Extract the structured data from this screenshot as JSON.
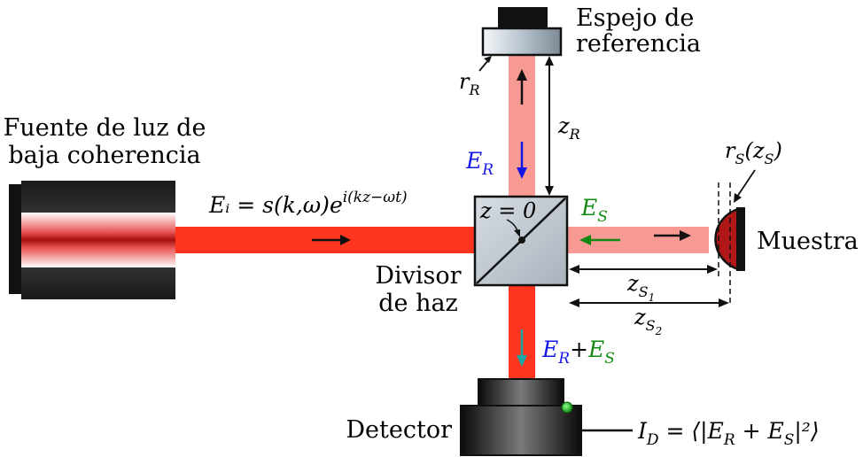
{
  "labels": {
    "source_line1": "Fuente de luz de",
    "source_line2": "baja coherencia",
    "reference_line1": "Espejo de",
    "reference_line2": "referencia",
    "splitter_line1": "Divisor",
    "splitter_line2": "de haz",
    "sample": "Muestra",
    "detector": "Detector"
  },
  "math": {
    "incident_field": "Eᵢ = s(k,ω)e",
    "incident_exponent": "i(kz−ωt)",
    "z_origin": "z = 0",
    "reference_field": "E",
    "reference_field_sub": "R",
    "sample_field": "E",
    "sample_field_sub": "S",
    "combined_ref": "E",
    "combined_ref_sub": "R",
    "combined_plus": "+",
    "combined_sample": "E",
    "combined_sample_sub": "S",
    "reference_reflectivity": "r",
    "reference_reflectivity_sub": "R",
    "reference_distance": "z",
    "reference_distance_sub": "R",
    "sample_reflectivity": "r",
    "sample_reflectivity_sub": "S",
    "sample_reflectivity_arg": "(z",
    "sample_reflectivity_arg_sub": "S",
    "sample_reflectivity_close": ")",
    "sample_distance1": "z",
    "sample_distance1_sub": "S",
    "sample_distance1_subsub": "1",
    "sample_distance2": "z",
    "sample_distance2_sub": "S",
    "sample_distance2_subsub": "2",
    "detector_intensity": "I",
    "detector_intensity_sub": "D",
    "detector_intensity_eq": " = ⟨|E",
    "detector_intensity_r": "R",
    "detector_intensity_plus": " + E",
    "detector_intensity_s": "S",
    "detector_intensity_end": "|²⟩"
  },
  "colors": {
    "beam_main": "#ff3520",
    "beam_reference": "#f79a94",
    "reference_arrow": "#1515e8",
    "sample_arrow": "#128a12",
    "combined_arrow": "#16a7a7",
    "sample_body": "#b01818"
  }
}
